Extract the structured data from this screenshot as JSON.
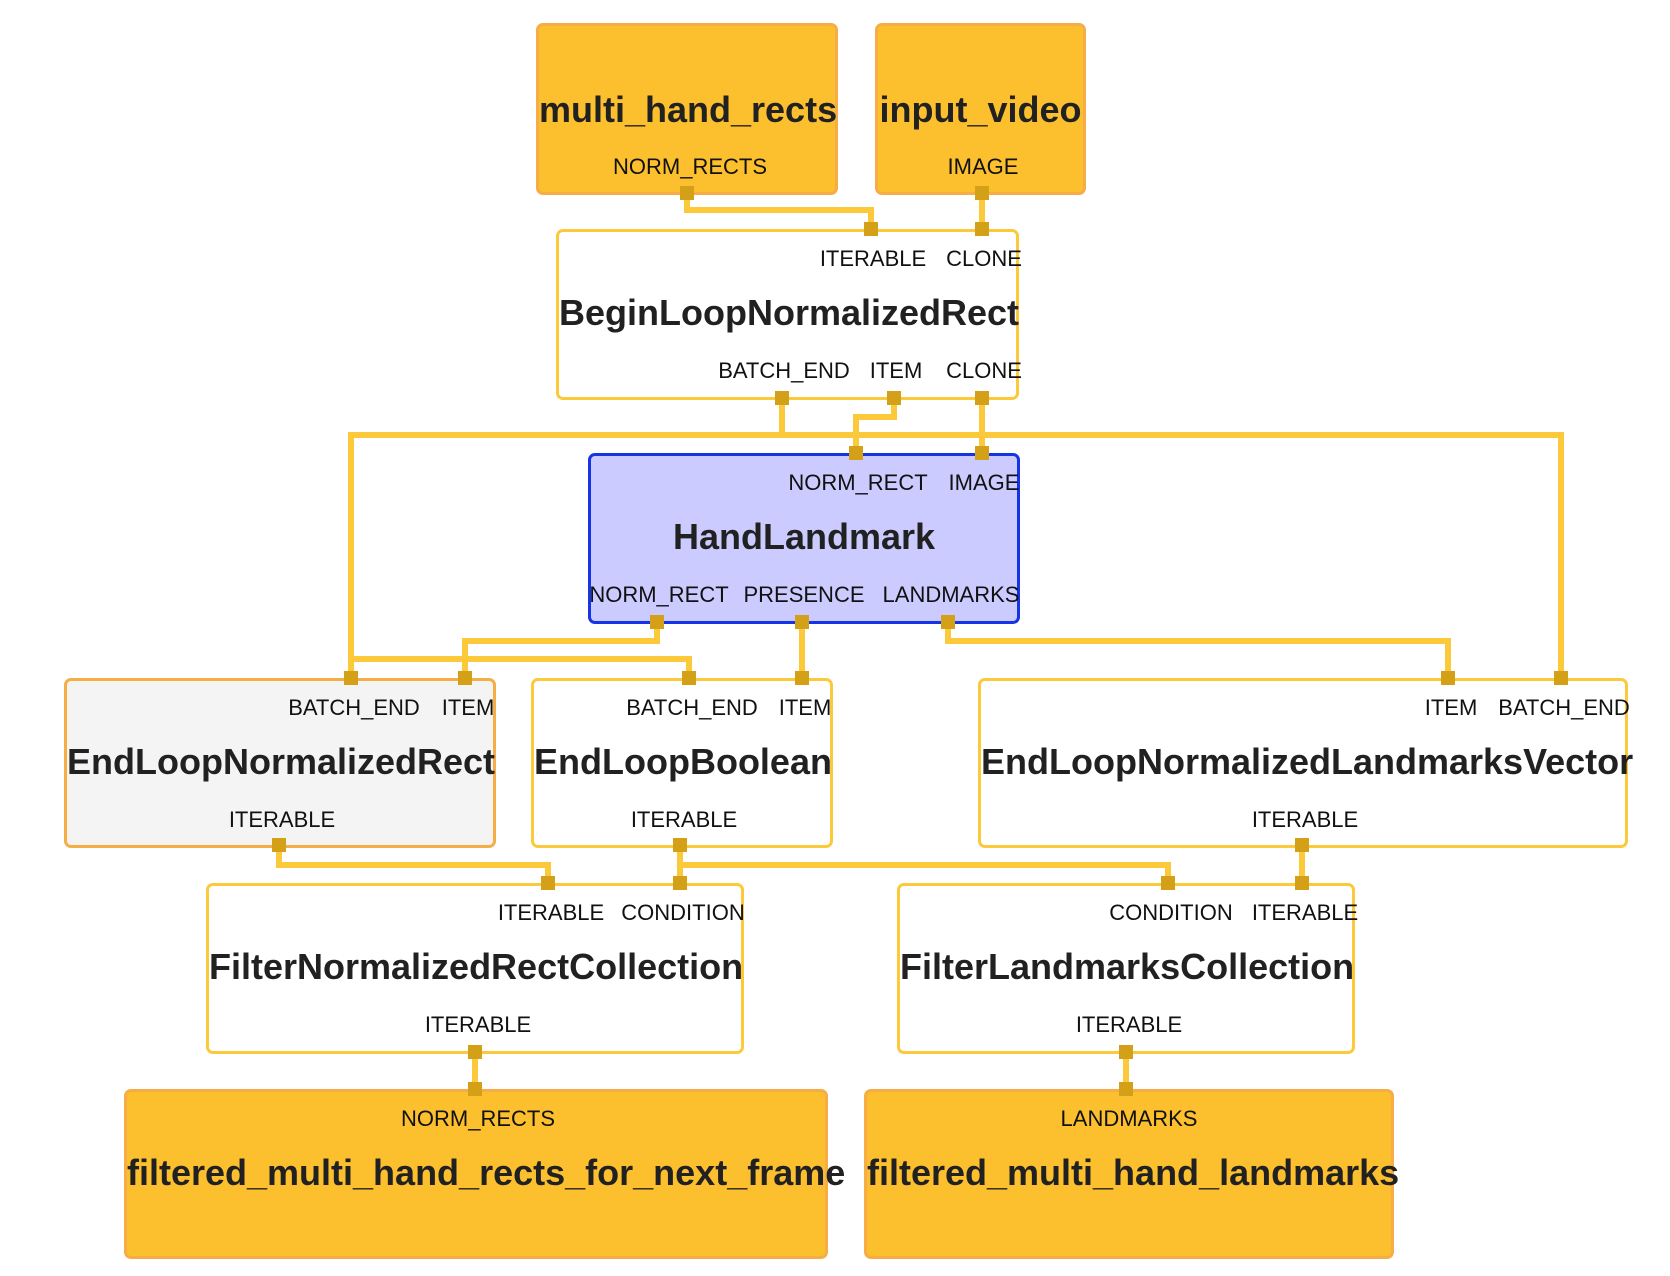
{
  "nodes": {
    "multi_hand_rects": {
      "title": "multi_hand_rects",
      "out_port": "NORM_RECTS"
    },
    "input_video": {
      "title": "input_video",
      "out_port": "IMAGE"
    },
    "begin_loop": {
      "title": "BeginLoopNormalizedRect",
      "in_ports": [
        "ITERABLE",
        "CLONE"
      ],
      "out_ports": [
        "BATCH_END",
        "ITEM",
        "CLONE"
      ]
    },
    "hand_landmark": {
      "title": "HandLandmark",
      "in_ports": [
        "NORM_RECT",
        "IMAGE"
      ],
      "out_ports": [
        "NORM_RECT",
        "PRESENCE",
        "LANDMARKS"
      ]
    },
    "end_loop_rect": {
      "title": "EndLoopNormalizedRect",
      "in_ports": [
        "BATCH_END",
        "ITEM"
      ],
      "out_port": "ITERABLE"
    },
    "end_loop_bool": {
      "title": "EndLoopBoolean",
      "in_ports": [
        "BATCH_END",
        "ITEM"
      ],
      "out_port": "ITERABLE"
    },
    "end_loop_landmarks": {
      "title": "EndLoopNormalizedLandmarksVector",
      "in_ports": [
        "ITEM",
        "BATCH_END"
      ],
      "out_port": "ITERABLE"
    },
    "filter_rect": {
      "title": "FilterNormalizedRectCollection",
      "in_ports": [
        "ITERABLE",
        "CONDITION"
      ],
      "out_port": "ITERABLE"
    },
    "filter_landmarks": {
      "title": "FilterLandmarksCollection",
      "in_ports": [
        "CONDITION",
        "ITERABLE"
      ],
      "out_port": "ITERABLE"
    },
    "filtered_rects": {
      "title": "filtered_multi_hand_rects_for_next_frame",
      "in_port": "NORM_RECTS"
    },
    "filtered_landmarks": {
      "title": "filtered_multi_hand_landmarks",
      "in_port": "LANDMARKS"
    }
  },
  "colors": {
    "wire": "#fcc93a",
    "pin": "#d4a017",
    "stream_fill": "#fcbf2e",
    "highlight_border": "#1633e6"
  }
}
